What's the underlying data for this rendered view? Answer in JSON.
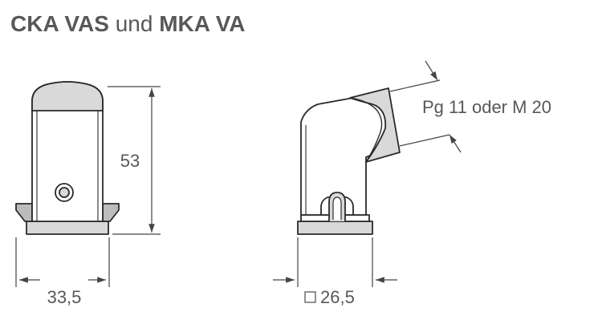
{
  "title": {
    "part1": "CKA VAS",
    "part2": "und",
    "part3": "MKA VA"
  },
  "dimensions": {
    "height": "53",
    "width_left": "33,5",
    "width_right": "26,5",
    "thread": "Pg 11 oder M 20"
  },
  "colors": {
    "outline": "#2a2a2a",
    "fill_body": "#ffffff",
    "fill_shade": "#d9d9d9",
    "fill_dark": "#bcbcbc",
    "dim_line": "#444444",
    "text": "#58585a"
  }
}
